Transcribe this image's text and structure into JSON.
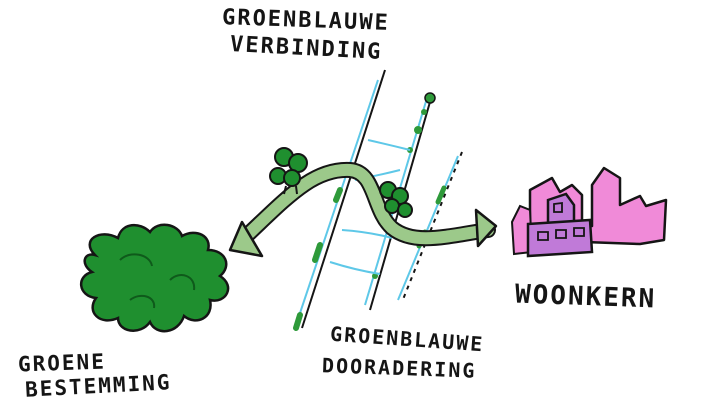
{
  "labels": {
    "green_blue_connection": [
      "GROENBLAUWE",
      "VERBINDING"
    ],
    "residential_core": "WOONKERN",
    "green_destination": [
      "GROENE",
      "BESTEMMING"
    ],
    "green_blue_veining": [
      "GROENBLAUWE",
      "DOORADERING"
    ]
  },
  "colors": {
    "ink": "#151515",
    "dark_green": "#1f8f2f",
    "tree_green": "#2e9a3a",
    "light_green_arrow": "#9cc98a",
    "water_blue": "#5ec8e8",
    "pink_buildings": "#f08ad8",
    "purple_block": "#c07ad8"
  },
  "icons": {
    "destination": "bush-icon",
    "town": "town-buildings-icon",
    "trees": "tree-cluster-icon",
    "route": "double-headed-arrow-icon"
  }
}
